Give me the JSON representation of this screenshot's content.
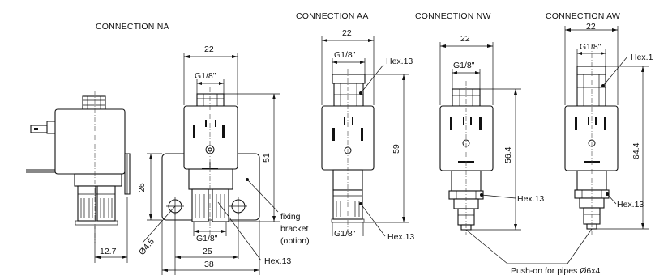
{
  "titles": {
    "na": "CONNECTION  NA",
    "aa": "CONNECTION  AA",
    "nw": "CONNECTION  NW",
    "aw": "CONNECTION  AW"
  },
  "dims": {
    "na_top_width": "22",
    "na_top_thread": "G1/8\"",
    "na_height": "51",
    "na_bracket_height": "26",
    "na_bottom_thread": "G1/8\"",
    "na_hole": "Ø4.5",
    "na_hole_spacing": "25",
    "na_bracket_width": "38",
    "na_side_offset": "12.7",
    "aa_width": "22",
    "aa_top_thread": "G1/8\"",
    "aa_height": "59",
    "aa_bottom_thread": "G1/8\"",
    "nw_width": "22",
    "nw_thread": "G1/8\"",
    "nw_height": "56.4",
    "aw_width": "22",
    "aw_thread": "G1/8\"",
    "aw_height": "64.4"
  },
  "labels": {
    "fixing_line1": "fixing",
    "fixing_line2": "bracket",
    "fixing_line3": "(option)",
    "hex13": "Hex.13",
    "hex13_aw_top": "Hex.1",
    "pipe_note": "Push-on for pipes Ø6x4"
  }
}
